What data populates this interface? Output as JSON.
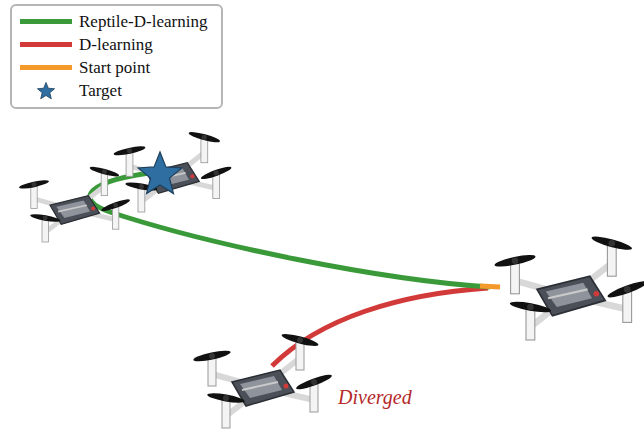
{
  "diagram": {
    "labels": [
      "Diverged"
    ],
    "legend": [
      {
        "text": "Reptile-D-learning",
        "color": "#3a9a3a"
      },
      {
        "text": "D-learning",
        "color": "#d23a3a"
      },
      {
        "text": "Start point",
        "color": "#f39a2a"
      },
      {
        "text": "Target"
      }
    ]
  }
}
